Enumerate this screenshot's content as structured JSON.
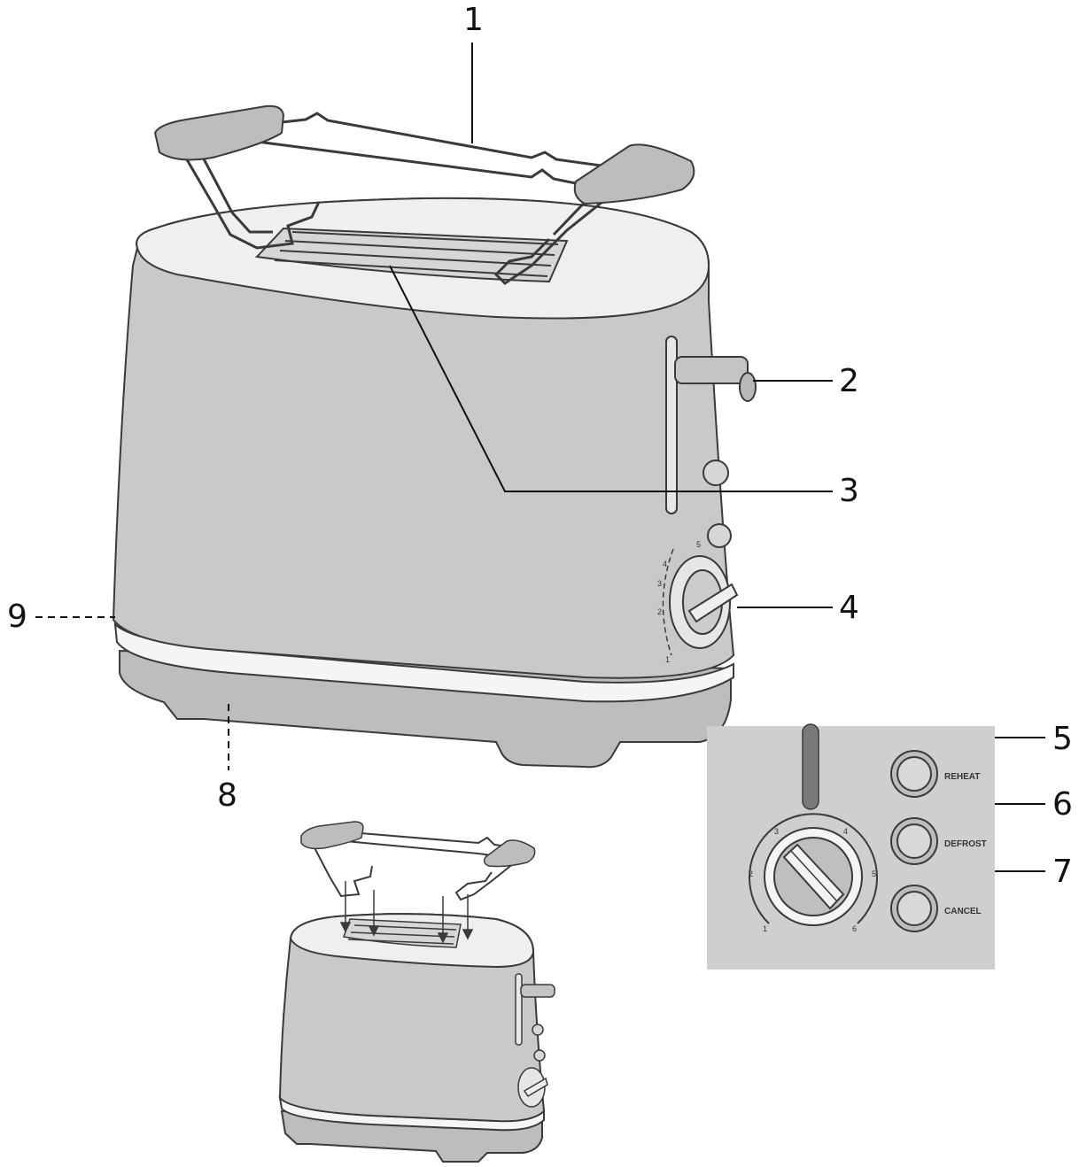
{
  "callouts": {
    "c1": "1",
    "c2": "2",
    "c3": "3",
    "c4": "4",
    "c5": "5",
    "c6": "6",
    "c7": "7",
    "c8": "8",
    "c9": "9"
  },
  "panel": {
    "reheat_label": "REHEAT",
    "defrost_label": "DEFROST",
    "cancel_label": "CANCEL",
    "dial_numbers": [
      "1",
      "2",
      "3",
      "4",
      "5",
      "6"
    ]
  },
  "main_dial_numbers": [
    "1",
    "2",
    "3",
    "4",
    "5"
  ],
  "colors": {
    "body": "#c9c9c9",
    "body_dark": "#b4b4b4",
    "outline": "#3a3a3a",
    "panel_bg": "#cfcfcf",
    "lid_top": "#f2f2f2"
  }
}
